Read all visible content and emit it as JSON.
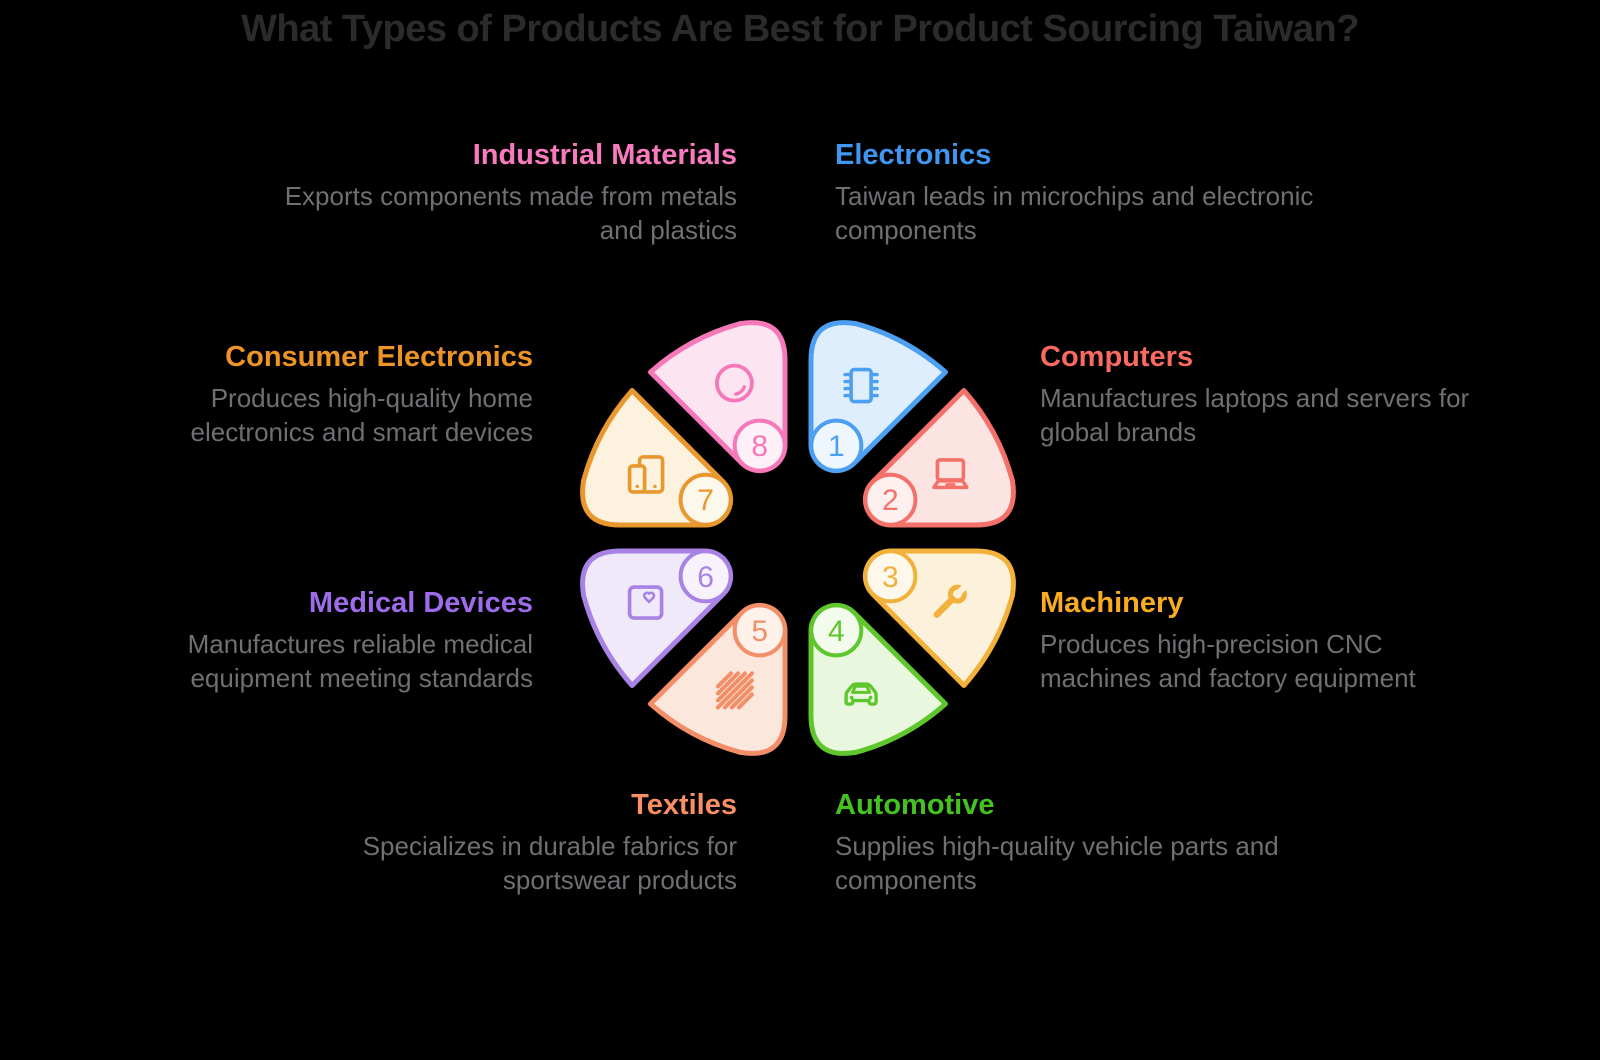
{
  "title": "What Types of Products Are Best for Product Sourcing Taiwan?",
  "colors": {
    "background": "#000000",
    "title_text": "#2b2b2b",
    "description_text": "#6f6f74"
  },
  "segments": [
    {
      "number": "1",
      "label": "Electronics",
      "description": "Taiwan leads in microchips and electronic components",
      "heading_color": "#4196f2",
      "stroke": "#4d9ff2",
      "fill": "#dfeefc",
      "circle_fill": "#eef6fe",
      "icon": "microchip-icon"
    },
    {
      "number": "2",
      "label": "Computers",
      "description": "Manufactures laptops and servers for global brands",
      "heading_color": "#fa6a61",
      "stroke": "#f4716a",
      "fill": "#fce4e3",
      "circle_fill": "#fdf0ef",
      "icon": "laptop-icon"
    },
    {
      "number": "3",
      "label": "Machinery",
      "description": "Produces high-precision CNC machines and factory equipment",
      "heading_color": "#f9ac21",
      "stroke": "#f2b13a",
      "fill": "#fcf2dc",
      "circle_fill": "#fdf8eb",
      "icon": "wrench-icon"
    },
    {
      "number": "4",
      "label": "Automotive",
      "description": "Supplies high-quality vehicle parts and components",
      "heading_color": "#43c220",
      "stroke": "#5fc62d",
      "fill": "#e9f7df",
      "circle_fill": "#f3fbec",
      "icon": "car-icon"
    },
    {
      "number": "5",
      "label": "Textiles",
      "description": "Specializes in durable fabrics for sportswear products",
      "heading_color": "#f98f63",
      "stroke": "#f28f68",
      "fill": "#fbe7dc",
      "circle_fill": "#fdf1ea",
      "icon": "fabric-icon"
    },
    {
      "number": "6",
      "label": "Medical Devices",
      "description": "Manufactures reliable medical equipment meeting standards",
      "heading_color": "#9e6beb",
      "stroke": "#a882e4",
      "fill": "#f0e9fa",
      "circle_fill": "#f7f2fc",
      "icon": "medical-box-icon"
    },
    {
      "number": "7",
      "label": "Consumer Electronics",
      "description": "Produces high-quality home electronics and smart devices",
      "heading_color": "#ee9424",
      "stroke": "#e9982f",
      "fill": "#fcf2de",
      "circle_fill": "#fdf8ec",
      "icon": "devices-icon"
    },
    {
      "number": "8",
      "label": "Industrial Materials",
      "description": "Exports components made from metals and plastics",
      "heading_color": "#f97abe",
      "stroke": "#f678b9",
      "fill": "#fce4f1",
      "circle_fill": "#fdf0f7",
      "icon": "sphere-icon"
    }
  ]
}
